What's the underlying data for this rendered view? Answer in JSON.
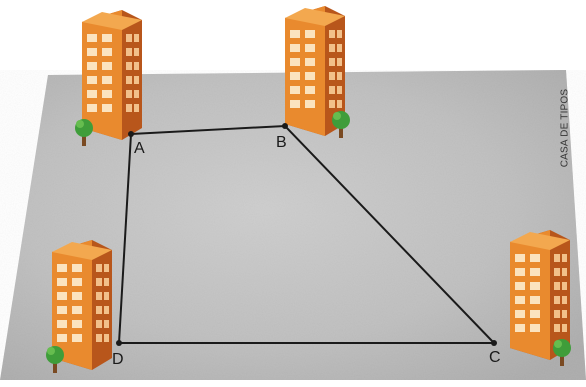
{
  "points": [
    {
      "id": "A",
      "label": "A"
    },
    {
      "id": "B",
      "label": "B"
    },
    {
      "id": "C",
      "label": "C"
    },
    {
      "id": "D",
      "label": "D"
    }
  ],
  "credit": "CASA DE TIPOS",
  "colors": {
    "ground": "#bdbdbd",
    "ground_light": "#d6d6d6",
    "building_front": "#e98a2e",
    "building_side": "#b8561b",
    "building_roof": "#f3a84f",
    "window": "#fbe3bf",
    "tree": "#3f9d3a",
    "trunk": "#7a4a22",
    "line": "#1a1a1a"
  },
  "icons": [
    "building-icon",
    "tree-icon"
  ]
}
